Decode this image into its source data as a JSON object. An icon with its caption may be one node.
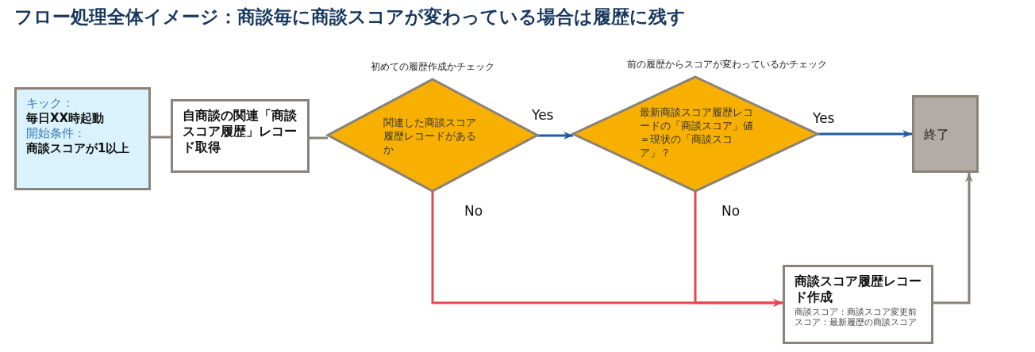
{
  "diagram": {
    "title": "フロー処理全体イメージ：商談毎に商談スコアが変わっている場合は履歴に残す",
    "nodes": [
      {
        "text": [
          "キック：",
          "毎日XX時起動",
          "開始条件：",
          "商談スコアが1以上"
        ]
      },
      {
        "text": [
          "自商談の関連「商談スコア履歴」レコード取得"
        ]
      },
      {
        "text": [
          "関連した商談スコア履歴レコードがあるか"
        ],
        "beside": [
          "初めての履歴作成かチェック"
        ]
      },
      {
        "text": [
          "最新商談スコア履歴レコードの「商談スコア」値＝現状の「商談スコア」？"
        ],
        "beside": [
          "前の履歴からスコアが変わっているかチェック"
        ]
      },
      {
        "text": [
          "終了"
        ]
      },
      {
        "text": [
          "商談スコア履歴レコード作成",
          "商談スコア：商談スコア変更前スコア：最新履歴の商談スコア"
        ]
      }
    ],
    "edges": [
      {
        "from": 0,
        "to": 1,
        "arrow": "none",
        "color": "#8a8178"
      },
      {
        "from": 1,
        "to": 2,
        "arrow": "none",
        "color": "#8a8178"
      },
      {
        "from": 2,
        "to": 3,
        "arrow": "to",
        "label": "Yes",
        "color": "#1f5aa6"
      },
      {
        "from": 3,
        "to": 4,
        "arrow": "to",
        "label": "Yes",
        "color": "#1f5aa6"
      },
      {
        "from": 2,
        "to": 5,
        "arrow": "to",
        "label": "No",
        "color": "#e8474c"
      },
      {
        "from": 3,
        "to": 5,
        "arrow": "to",
        "label": "No",
        "color": "#e8474c"
      },
      {
        "from": 5,
        "to": 4,
        "arrow": "to",
        "color": "#8a8178"
      }
    ]
  }
}
